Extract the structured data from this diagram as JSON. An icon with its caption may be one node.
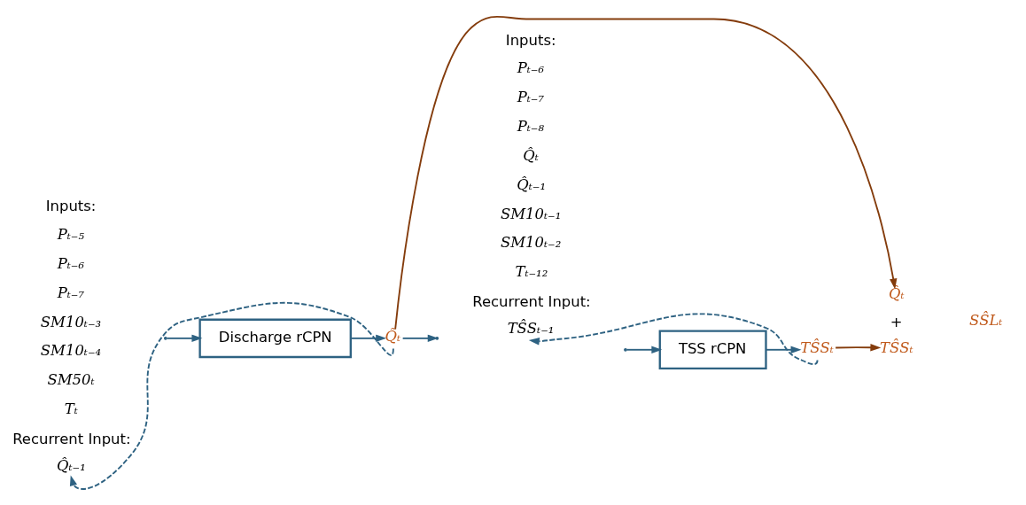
{
  "diagram": {
    "nodes": [
      {
        "text": [
          "Discharge rCPN"
        ]
      },
      {
        "text": [
          "Q̂ₜ"
        ]
      },
      {
        "text": [
          "TSS rCPN"
        ]
      },
      {
        "text": [
          "TŜSₜ"
        ]
      },
      {
        "text": [
          "Q̂ₜ"
        ]
      },
      {
        "text": [
          "TŜSₜ"
        ]
      },
      {
        "text": [
          "Q̂ₜ₋₁"
        ]
      },
      {
        "text": [
          "TŜSₜ₋₁"
        ]
      }
    ],
    "edges": [
      {
        "from": null,
        "to": 0,
        "arrow": "to"
      },
      {
        "from": 0,
        "to": 1,
        "arrow": "to"
      },
      {
        "from": 1,
        "to": null,
        "arrow": "to"
      },
      {
        "from": 1,
        "to": 4,
        "arrow": "to",
        "color": "#843c0c"
      },
      {
        "from": 1,
        "to": 6,
        "arrow": "to",
        "style": "dashed"
      },
      {
        "from": null,
        "to": 2,
        "arrow": "to"
      },
      {
        "from": 2,
        "to": 3,
        "arrow": "to"
      },
      {
        "from": 3,
        "to": 5,
        "arrow": "to",
        "color": "#843c0c"
      },
      {
        "from": 3,
        "to": 7,
        "arrow": "to",
        "style": "dashed"
      }
    ],
    "labels": [
      "+",
      "SŜLₜ",
      "Inputs:",
      "Pₜ₋₅",
      "Pₜ₋₆",
      "Pₜ₋₇",
      "SM10ₜ₋₃",
      "SM10ₜ₋₄",
      "SM50ₜ",
      "Tₜ",
      "Recurrent Input:",
      "Inputs:",
      "Pₜ₋₆",
      "Pₜ₋₇",
      "Pₜ₋₈",
      "Q̂ₜ",
      "Q̂ₜ₋₁",
      "SM10ₜ₋₁",
      "SM10ₜ₋₂",
      "Tₜ₋₁₂",
      "Recurrent Input:"
    ]
  }
}
